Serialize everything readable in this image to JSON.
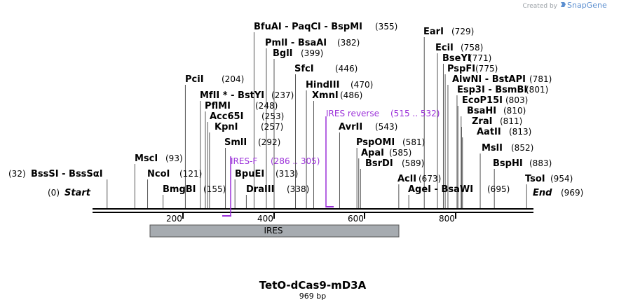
{
  "credit": {
    "text": "Created by",
    "brand": "SnapGene"
  },
  "map": {
    "name": "TetO-dCas9-mD3A",
    "length_label": "969 bp",
    "ticks": [
      "200",
      "400",
      "600",
      "800"
    ],
    "ends": {
      "start_label": "Start",
      "start_pos": "(0)",
      "end_label": "End",
      "end_pos": "(969)"
    },
    "feature": {
      "label": "IRES"
    },
    "primers": [
      {
        "name": "IRES-F",
        "range": "(286 .. 305)"
      },
      {
        "name": "IRES reverse",
        "range": "(515 .. 532)"
      }
    ],
    "sites": [
      {
        "name": "BssSI  -  BssSαI",
        "pos": "(32)",
        "bp": 32
      },
      {
        "name": "MscI",
        "pos": "(93)",
        "bp": 93
      },
      {
        "name": "NcoI",
        "pos": "(121)",
        "bp": 121
      },
      {
        "name": "BmgBI",
        "pos": "(155)",
        "bp": 155
      },
      {
        "name": "PciI",
        "pos": "(204)",
        "bp": 204
      },
      {
        "name": "MfII * - BstYI",
        "pos": "(237)",
        "bp": 237
      },
      {
        "name": "PflMI",
        "pos": "(248)",
        "bp": 248
      },
      {
        "name": "Acc65I",
        "pos": "(253)",
        "bp": 253
      },
      {
        "name": "KpnI",
        "pos": "(257)",
        "bp": 257
      },
      {
        "name": "SmlI",
        "pos": "(292)",
        "bp": 292
      },
      {
        "name": "BpuEI",
        "pos": "(313)",
        "bp": 313
      },
      {
        "name": "DraIII",
        "pos": "(338)",
        "bp": 338
      },
      {
        "name": "BfuAI  -  PaqCI  -  BspMI",
        "pos": "(355)",
        "bp": 355
      },
      {
        "name": "PmlI  -  BsaAI",
        "pos": "(382)",
        "bp": 382
      },
      {
        "name": "BglI",
        "pos": "(399)",
        "bp": 399
      },
      {
        "name": "SfcI",
        "pos": "(446)",
        "bp": 446
      },
      {
        "name": "HindIII",
        "pos": "(470)",
        "bp": 470
      },
      {
        "name": "XmnI",
        "pos": "(486)",
        "bp": 486
      },
      {
        "name": "AvrII",
        "pos": "(543)",
        "bp": 543
      },
      {
        "name": "PspOMI",
        "pos": "(581)",
        "bp": 581
      },
      {
        "name": "ApaI",
        "pos": "(585)",
        "bp": 585
      },
      {
        "name": "BsrDI",
        "pos": "(589)",
        "bp": 589
      },
      {
        "name": "AclI",
        "pos": "(673)",
        "bp": 673
      },
      {
        "name": "AgeI  -  BsaWI",
        "pos": "(695)",
        "bp": 695
      },
      {
        "name": "EarI",
        "pos": "(729)",
        "bp": 729
      },
      {
        "name": "EciI",
        "pos": "(758)",
        "bp": 758
      },
      {
        "name": "BseYI",
        "pos": "(771)",
        "bp": 771
      },
      {
        "name": "PspFI",
        "pos": "(775)",
        "bp": 775
      },
      {
        "name": "AlwNI  -  BstAPI",
        "pos": "(781)",
        "bp": 781
      },
      {
        "name": "Esp3I  -  BsmBI",
        "pos": "(801)",
        "bp": 801
      },
      {
        "name": "EcoP15I",
        "pos": "(803)",
        "bp": 803
      },
      {
        "name": "BsaHI",
        "pos": "(810)",
        "bp": 810
      },
      {
        "name": "ZraI",
        "pos": "(811)",
        "bp": 811
      },
      {
        "name": "AatII",
        "pos": "(813)",
        "bp": 813
      },
      {
        "name": "MslI",
        "pos": "(852)",
        "bp": 852
      },
      {
        "name": "BspHI",
        "pos": "(883)",
        "bp": 883
      },
      {
        "name": "TsoI",
        "pos": "(954)",
        "bp": 954
      }
    ]
  }
}
